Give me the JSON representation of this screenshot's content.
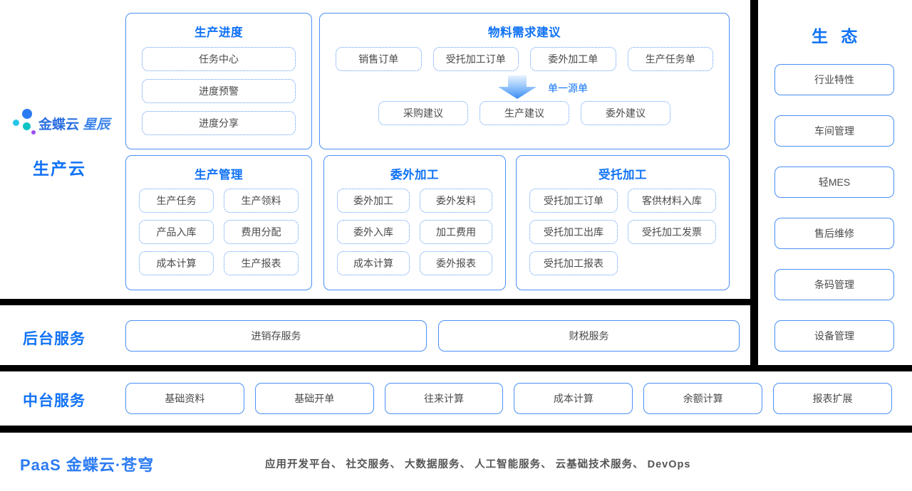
{
  "brand": {
    "logo_text_main": "金蝶云",
    "logo_text_sub": "星辰",
    "rail_title": "生产云"
  },
  "cards": {
    "progress": {
      "title": "生产进度",
      "items": [
        "任务中心",
        "进度预警",
        "进度分享"
      ]
    },
    "material": {
      "title": "物料需求建议",
      "sources": [
        "销售订单",
        "受托加工订单",
        "委外加工单",
        "生产任务单"
      ],
      "arrow_label": "单一源单",
      "suggestions": [
        "采购建议",
        "生产建议",
        "委外建议"
      ]
    },
    "production_management": {
      "title": "生产管理",
      "items": [
        "生产任务",
        "生产领料",
        "产品入库",
        "费用分配",
        "成本计算",
        "生产报表"
      ]
    },
    "outsourcing": {
      "title": "委外加工",
      "items": [
        "委外加工",
        "委外发料",
        "委外入库",
        "加工费用",
        "成本计算",
        "委外报表"
      ]
    },
    "entrusted": {
      "title": "受托加工",
      "items": [
        "受托加工订单",
        "客供材料入库",
        "受托加工出库",
        "受托加工发票",
        "受托加工报表"
      ]
    }
  },
  "ecosystem": {
    "title": "生 态",
    "items": [
      "行业特性",
      "车间管理",
      "轻MES",
      "售后维修",
      "条码管理",
      "设备管理"
    ]
  },
  "backend_services": {
    "label": "后台服务",
    "items": [
      "进销存服务",
      "财税服务"
    ]
  },
  "middle_services": {
    "label": "中台服务",
    "items": [
      "基础资料",
      "基础开单",
      "往来计算",
      "成本计算",
      "余额计算",
      "报表扩展"
    ]
  },
  "paas": {
    "title": "PaaS 金蝶云·苍穹",
    "description": "应用开发平台、 社交服务、 大数据服务、 人工智能服务、 云基础技术服务、 DevOps"
  },
  "colors": {
    "accent": "#1072f5",
    "border": "#4a90f7",
    "dotted": "#5b9bf8",
    "bar": "#000000",
    "text": "#4a4a4a"
  }
}
